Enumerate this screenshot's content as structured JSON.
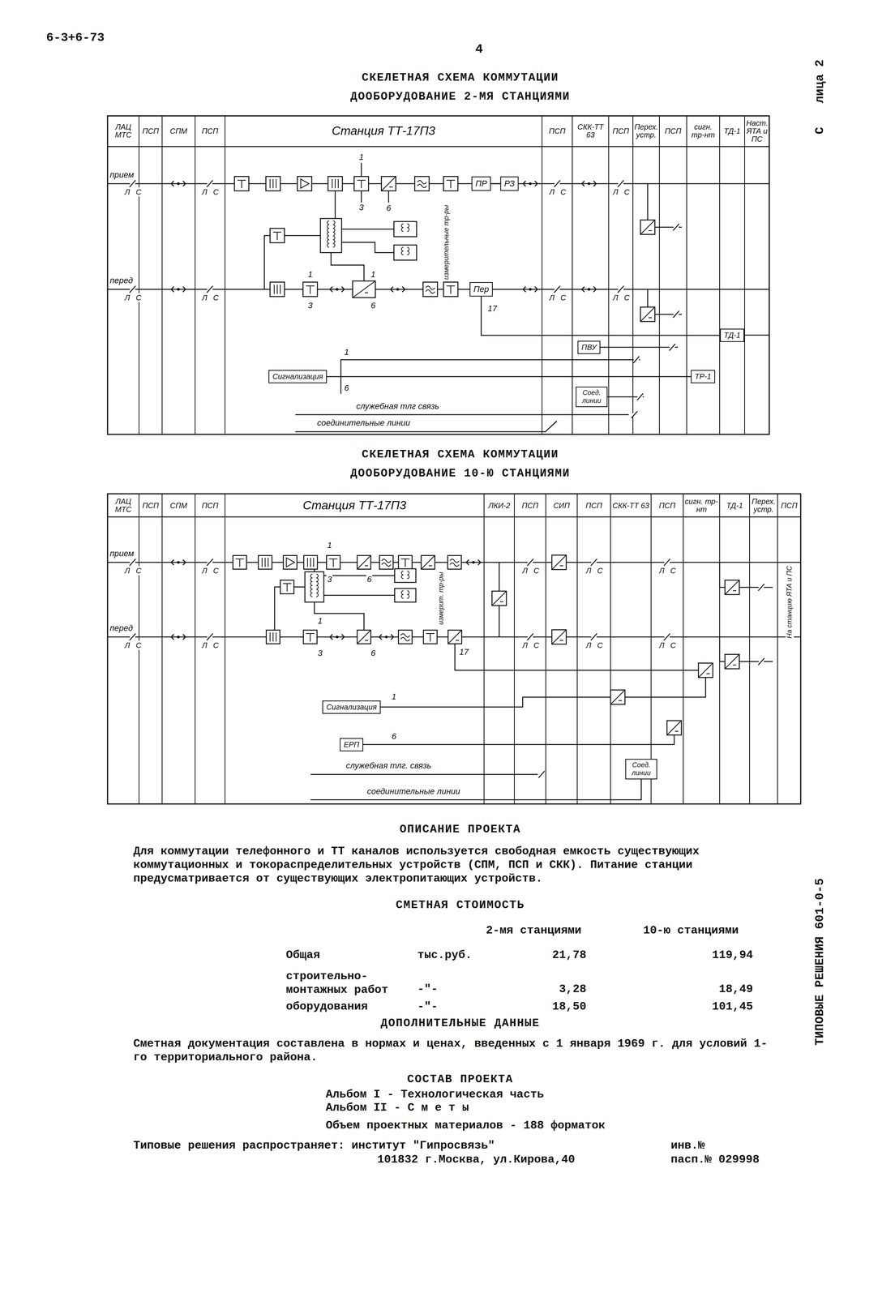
{
  "diagram": {
    "nodes": [
      {
        "text": [
          "ПР"
        ]
      },
      {
        "text": [
          "РЗ"
        ]
      },
      {
        "text": [
          "Пер"
        ]
      },
      {
        "text": [
          "ПВУ"
        ]
      },
      {
        "text": [
          "ТД-1"
        ]
      },
      {
        "text": [
          "ТР-1"
        ]
      },
      {
        "text": [
          "Сигнализация"
        ]
      },
      {
        "text": [
          "Соед. линии"
        ]
      },
      {
        "text": [
          "Сигнализация"
        ]
      },
      {
        "text": [
          "ЕРП"
        ]
      },
      {
        "text": [
          "Соед. линии"
        ]
      }
    ],
    "edges": [
      {
        "from": 0,
        "to": 1,
        "arrow": "none"
      },
      {
        "from": 2,
        "to": 4,
        "arrow": "none"
      },
      {
        "from": 6,
        "to": 5,
        "arrow": "none"
      }
    ],
    "labels": [
      "6-3+6-73",
      "4",
      "лица 2",
      "С",
      "СКЕЛЕТНАЯ СХЕМА КОММУТАЦИИ",
      "ДООБОРУДОВАНИЕ 2-МЯ СТАНЦИЯМИ",
      "ЛАЦ МТС",
      "ПСП",
      "СПМ",
      "ПСП",
      "Станция ТТ-17П3",
      "ПСП",
      "СКК-ТТ 63",
      "ПСП",
      "Перех. устр.",
      "ПСП",
      "сигн. тр-нт",
      "ТД-1",
      "Наст. ЯТА и ПС",
      "прием",
      "перед",
      "Л",
      "С",
      "Л",
      "С",
      "Л",
      "С",
      "Л",
      "С",
      "Л",
      "С",
      "Л",
      "С",
      "Л",
      "С",
      "Л",
      "С",
      "1",
      "3",
      "6",
      "1",
      "3",
      "1",
      "6",
      "17",
      "1",
      "6",
      "измерительные тр-ры",
      "служебная тлг связь",
      "соединительные линии",
      "СКЕЛЕТНАЯ СХЕМА КОММУТАЦИИ",
      "ДООБОРУДОВАНИЕ 10-Ю СТАНЦИЯМИ",
      "ЛАЦ МТС",
      "ПСП",
      "СПМ",
      "ПСП",
      "Станция ТТ-17П3",
      "ЛКИ-2",
      "ПСП",
      "СИП",
      "ПСП",
      "СКК-ТТ 63",
      "ПСП",
      "сигн. тр-нт",
      "ТД-1",
      "Перех. устр.",
      "ПСП",
      "прием",
      "перед",
      "Л",
      "С",
      "Л",
      "С",
      "Л",
      "С",
      "Л",
      "С",
      "Л",
      "С",
      "Л",
      "С",
      "Л",
      "С",
      "Л",
      "С",
      "Л",
      "С",
      "Л",
      "С",
      "1",
      "3",
      "6",
      "1",
      "3",
      "6",
      "17",
      "1",
      "6",
      "измерит. тр-ры",
      "На станцию ЯТА и ПС",
      "служебная тлг. связь",
      "соединительные линии",
      "ОПИСАНИЕ ПРОЕКТА",
      "Для коммутации телефонного и ТТ каналов используется свободная емкость существующих коммутационных и токораспределительных устройств (СПМ, ПСП и СКК). Питание станции предусматривается от существующих электропитающих устройств.",
      "СМЕТНАЯ СТОИМОСТЬ",
      "2-мя станциями",
      "10-ю станциями",
      "Общая",
      "тыс.руб.",
      "21,78",
      "119,94",
      "строительно-монтажных работ",
      "-\"-",
      "3,28",
      "18,49",
      "оборудования",
      "-\"-",
      "18,50",
      "101,45",
      "ДОПОЛНИТЕЛЬНЫЕ ДАННЫЕ",
      "Сметная документация составлена в нормах и ценах, введенных с 1 января 1969 г. для условий 1-го территориального района.",
      "СОСТАВ ПРОЕКТА",
      "Альбом I - Технологическая часть",
      "Альбом II - С м е т ы",
      "Объем проектных материалов - 188 форматок",
      "Типовые решения распространяет: институт \"Гипросвязь\"",
      "101832 г.Москва, ул.Кирова,40",
      "инв.№",
      "пасп.№ 029998",
      "ТИПОВЫЕ РЕШЕНИЯ 601-0-5"
    ]
  }
}
